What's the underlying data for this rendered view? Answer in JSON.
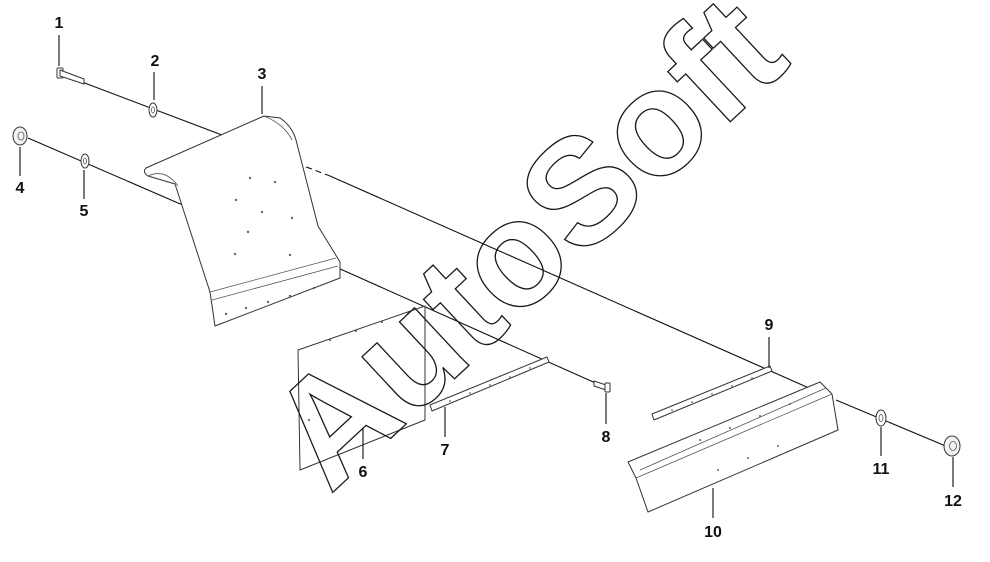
{
  "diagram": {
    "top_mark": "",
    "watermark": "AutoSoft",
    "callouts": [
      {
        "id": "c1",
        "label": "1"
      },
      {
        "id": "c2",
        "label": "2"
      },
      {
        "id": "c3",
        "label": "3"
      },
      {
        "id": "c4",
        "label": "4"
      },
      {
        "id": "c5",
        "label": "5"
      },
      {
        "id": "c6",
        "label": "6"
      },
      {
        "id": "c7",
        "label": "7"
      },
      {
        "id": "c8",
        "label": "8"
      },
      {
        "id": "c9",
        "label": "9"
      },
      {
        "id": "c10",
        "label": "10"
      },
      {
        "id": "c11",
        "label": "11"
      },
      {
        "id": "c12",
        "label": "12"
      }
    ]
  }
}
